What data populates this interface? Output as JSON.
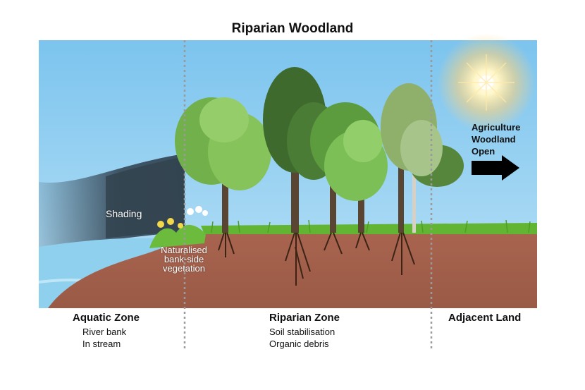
{
  "title": "Riparian Woodland",
  "scene_labels": {
    "shading": "Shading",
    "vegetation": [
      "Naturalised",
      "bank-side",
      "vegetation"
    ]
  },
  "adjacent_uses": [
    "Agriculture",
    "Woodland",
    "Open"
  ],
  "zones": [
    {
      "title": "Aquatic Zone",
      "items": [
        "River bank",
        "In stream"
      ]
    },
    {
      "title": "Riparian Zone",
      "items": [
        "Soil stabilisation",
        "Organic debris"
      ]
    },
    {
      "title": "Adjacent Land",
      "items": []
    }
  ],
  "colors": {
    "sky": "#86c9ef",
    "soil": "#a0614d",
    "grass": "#62b532",
    "water": "#8fd0ee",
    "shade": "#3c4e5c",
    "tree_light": "#7fbf55",
    "tree_dark": "#3f6d2e",
    "trunk": "#5a4533",
    "divider": "#9a9a9a"
  }
}
